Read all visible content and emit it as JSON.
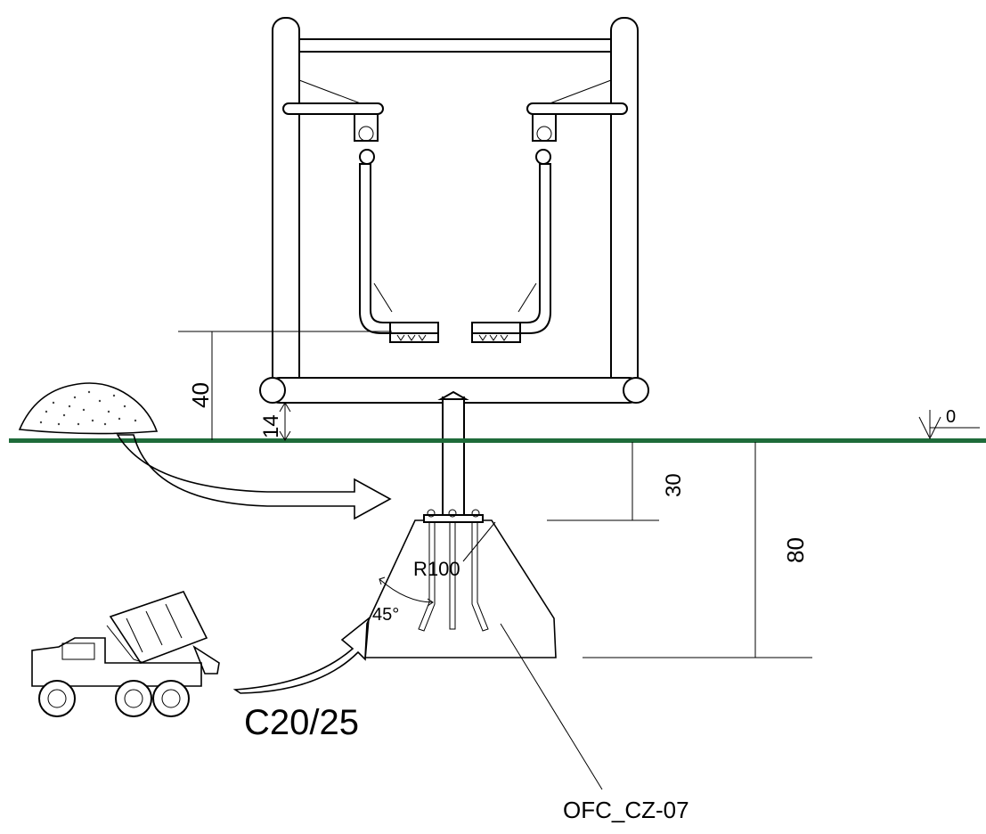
{
  "drawing": {
    "ground_level": "0",
    "product_code": "OFC_CZ-07",
    "concrete_class": "C20/25"
  },
  "dimensions": {
    "step_height": "40",
    "frame_clearance": "14",
    "anchor_depth": "30",
    "foundation_depth": "80",
    "anchor_radius": "R100",
    "slope_angle": "45°"
  },
  "colors": {
    "ground": "#1f6b3a",
    "lines": "#000000"
  }
}
